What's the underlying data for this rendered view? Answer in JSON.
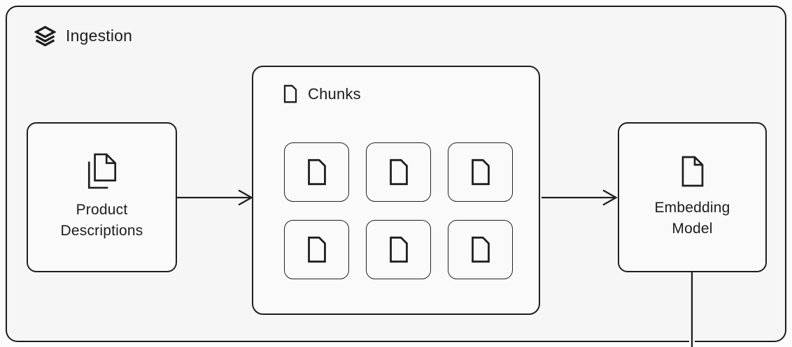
{
  "diagram": {
    "title": "Ingestion",
    "title_icon": "layers-icon"
  },
  "nodes": {
    "product": {
      "lines": [
        "Product",
        "Descriptions"
      ],
      "icon": "files-icon"
    },
    "chunks": {
      "title": "Chunks",
      "icon": "file-icon",
      "tiles": [
        "chunk",
        "chunk",
        "chunk",
        "chunk",
        "chunk",
        "chunk"
      ]
    },
    "embedding": {
      "lines": [
        "Embedding",
        "Model"
      ],
      "icon": "file-icon"
    }
  },
  "edges": [
    {
      "from": "product-descriptions",
      "to": "chunks",
      "type": "arrow"
    },
    {
      "from": "chunks",
      "to": "embedding-model",
      "type": "arrow"
    },
    {
      "from": "embedding-model",
      "to": "bottom-edge",
      "type": "line"
    }
  ],
  "colors": {
    "page_bg": "#fcfcfc",
    "container_bg": "#f6f6f6",
    "node_bg": "#fafafa",
    "stroke": "#1f1f1f",
    "text": "#1c1c1c"
  }
}
